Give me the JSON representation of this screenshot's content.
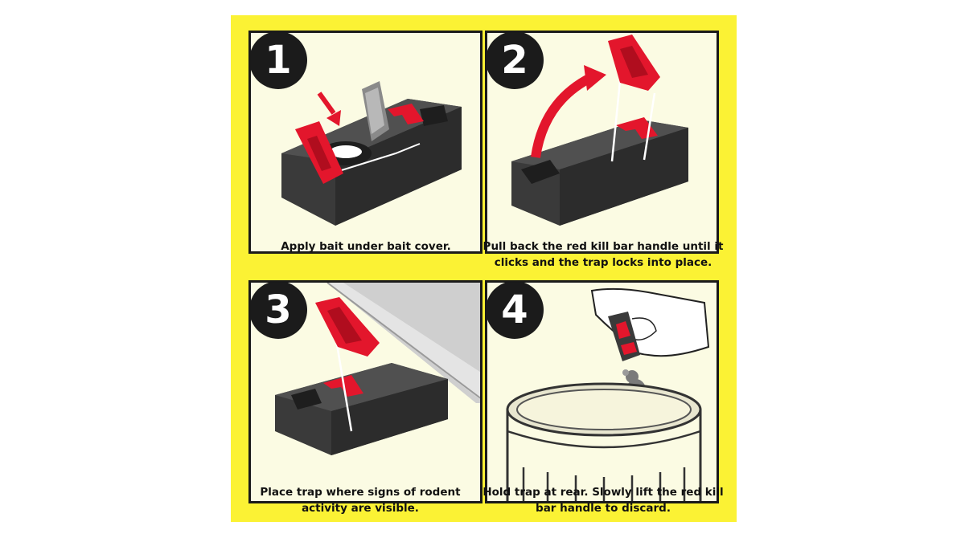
{
  "colors": {
    "background_yellow": "#fbf234",
    "panel_fill": "#fbfbe3",
    "trap_body": "#3a3a3a",
    "kill_bar_red": "#e3162c",
    "number_circle": "#1b1b1b"
  },
  "steps": [
    {
      "number": "1",
      "caption": "Apply bait under bait cover."
    },
    {
      "number": "2",
      "caption": "Pull back the red kill bar handle until it clicks and the trap locks into place."
    },
    {
      "number": "3",
      "caption": "Place trap where signs of rodent activity are visible."
    },
    {
      "number": "4",
      "caption": "Hold trap at rear. Slowly lift the red kill bar handle to discard."
    }
  ]
}
